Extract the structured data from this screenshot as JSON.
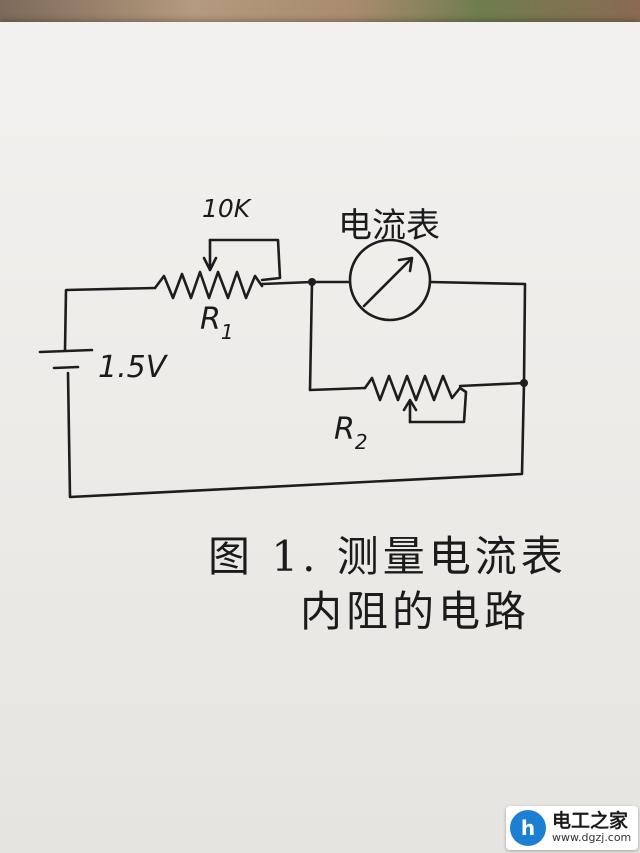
{
  "diagram": {
    "labels": {
      "pot_value": "10K",
      "meter": "电流表",
      "r1": "R",
      "r1_sub": "1",
      "battery": "1.5V",
      "r2": "R",
      "r2_sub": "2"
    },
    "caption": {
      "line1": "图 1. 测量电流表",
      "line2": "内阻的电路"
    }
  },
  "watermark": {
    "logo_mark": "h",
    "name": "电工之家",
    "url": "www.dgzj.com"
  }
}
